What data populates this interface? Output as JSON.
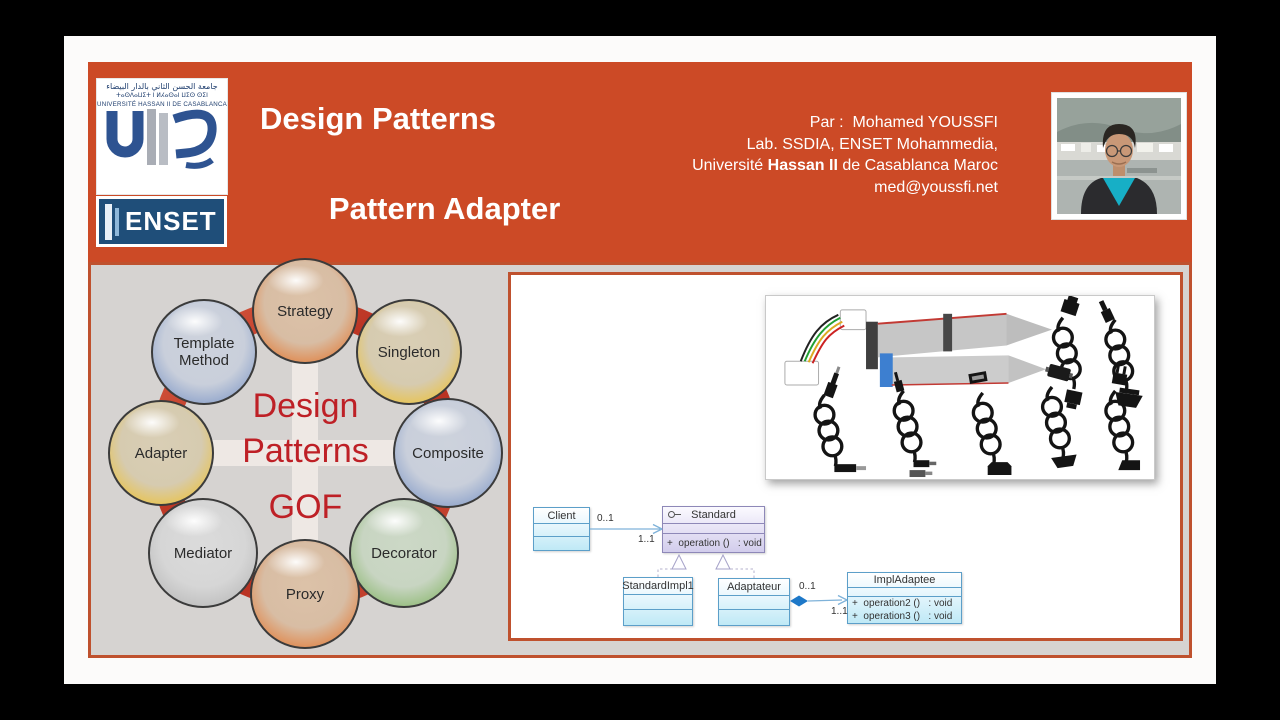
{
  "header": {
    "title_line1": "Design Patterns",
    "title_line2": "Pattern Adapter",
    "author_line1": "Par :  Mohamed YOUSSFI",
    "author_line2": "Lab. SSDIA, ENSET Mohammedia,",
    "author_line3_prefix": "Université ",
    "author_line3_bold": "Hassan II",
    "author_line3_suffix": " de Casablanca Maroc",
    "author_line4": "med@youssfi.net",
    "logo": {
      "arabic": "جامعة الحسن الثاني بالدار البيضاء",
      "tifinagh": "ⵜⴰⵙⴷⴰⵡⵉⵜ ⵏ ⵍⵃⴰⵙⴰⵏ ⵡⵉⵙ ⵙⵉⵏ",
      "latin": "UNIVERSITÉ HASSAN II DE CASABLANCA",
      "enset": "ENSET"
    }
  },
  "diagram": {
    "center_line1": "Design",
    "center_line2": "Patterns",
    "center_line3": "GOF",
    "patterns": [
      {
        "label": "Strategy",
        "color": "orange"
      },
      {
        "label": "Template Method",
        "color": "blue"
      },
      {
        "label": "Singleton",
        "color": "yellow"
      },
      {
        "label": "Adapter",
        "color": "yellow"
      },
      {
        "label": "Composite",
        "color": "blue"
      },
      {
        "label": "Mediator",
        "color": "gray"
      },
      {
        "label": "Decorator",
        "color": "green"
      },
      {
        "label": "Proxy",
        "color": "orange"
      }
    ]
  },
  "uml": {
    "classes": {
      "client": {
        "name": "Client"
      },
      "standard": {
        "name": "Standard",
        "op1": "+  operation ()   : void"
      },
      "standard_impl1": {
        "name": "StandardImpl1"
      },
      "adaptateur": {
        "name": "Adaptateur"
      },
      "impl_adaptee": {
        "name": "ImplAdaptee",
        "op1": "+  operation2 ()   : void",
        "op2": "+  operation3 ()   : void"
      }
    },
    "multiplicities": {
      "assoc_src": "0..1",
      "assoc_dst": "1..1",
      "comp_src": "0..1",
      "comp_dst": "1..1"
    }
  },
  "colors": {
    "header_bg": "#CC4A26",
    "panel_border": "#BF512E",
    "content_bg": "#D6D3D1",
    "center_text_red": "#BE2026",
    "enset_navy": "#1F4E79",
    "uml_blue_border": "#5C9FC9",
    "uml_purple_border": "#8E88B8",
    "composition_diamond": "#1E78C8"
  }
}
